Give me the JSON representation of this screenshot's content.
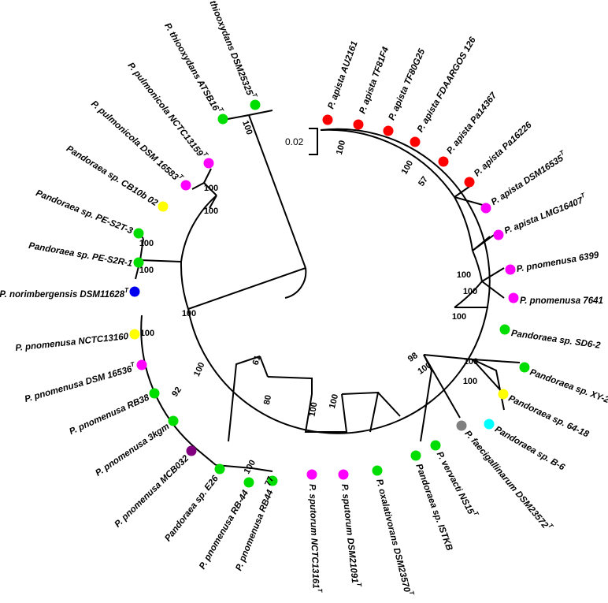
{
  "scale_bar": {
    "label": "0.02"
  },
  "group_colors": {
    "red": "#ff0000",
    "magenta": "#ff00ff",
    "green": "#00dd00",
    "yellow": "#ffff00",
    "blue": "#0000ee",
    "purple": "#800080",
    "cyan": "#00ffff",
    "gray": "#808080"
  },
  "taxa": [
    {
      "id": "t1",
      "label": "P. apista AU2161",
      "color": "red"
    },
    {
      "id": "t2",
      "label": "P. apista TF81F4",
      "color": "red"
    },
    {
      "id": "t3",
      "label": "P. apista TF80G25",
      "color": "red"
    },
    {
      "id": "t4",
      "label": "P. apista FDAARGOS 126",
      "color": "red"
    },
    {
      "id": "t5",
      "label": "P. apista Pa14367",
      "color": "red"
    },
    {
      "id": "t6",
      "label": "P. apista Pa16226",
      "color": "red"
    },
    {
      "id": "t7",
      "label": "P. apista DSM16535",
      "sup": "T",
      "color": "magenta"
    },
    {
      "id": "t8",
      "label": "P. apista LMG16407",
      "sup": "T",
      "color": "magenta"
    },
    {
      "id": "t9",
      "label": "P. pnomenusa 6399",
      "color": "magenta"
    },
    {
      "id": "t10",
      "label": "P. pnomenusa 7641",
      "color": "magenta"
    },
    {
      "id": "t11",
      "label": "Pandoraea sp. SD6-2",
      "color": "green"
    },
    {
      "id": "t12",
      "label": "Pandoraea sp. XY-2",
      "color": "green"
    },
    {
      "id": "t13",
      "label": "Pandoraea sp. 64-18",
      "color": "yellow"
    },
    {
      "id": "t14",
      "label": "Pandoraea sp. B-6",
      "color": "cyan"
    },
    {
      "id": "t15",
      "label": "P. faecigallinarum DSM23572",
      "sup": "T",
      "color": "gray"
    },
    {
      "id": "t16",
      "label": "P. vervacti NS15",
      "sup": "T",
      "color": "green"
    },
    {
      "id": "t17",
      "label": "Pandoraea sp. ISTKB",
      "color": "green"
    },
    {
      "id": "t18",
      "label": "P. oxalativorans DSM23570",
      "sup": "T",
      "color": "green"
    },
    {
      "id": "t19",
      "label": "P. sputorum DSM21091",
      "sup": "T",
      "color": "magenta"
    },
    {
      "id": "t20",
      "label": "P. sputorum NCTC13161",
      "sup": "T",
      "color": "magenta"
    },
    {
      "id": "t21",
      "label": "P. pnomenusa RB44",
      "color": "green"
    },
    {
      "id": "t22",
      "label": "P. pnomenusa RB-44",
      "color": "green"
    },
    {
      "id": "t23",
      "label": "Pandoraea sp. E26",
      "color": "green"
    },
    {
      "id": "t24",
      "label": "P. pnomenusa MCB032",
      "color": "purple"
    },
    {
      "id": "t25",
      "label": "P. pnomenusa 3kgm",
      "color": "green"
    },
    {
      "id": "t26",
      "label": "P. pnomenusa RB38",
      "color": "green"
    },
    {
      "id": "t27",
      "label": "P. pnomenusa DSM 16536",
      "sup": "T",
      "color": "magenta"
    },
    {
      "id": "t28",
      "label": "P. pnomenusa NCTC13160",
      "color": "yellow"
    },
    {
      "id": "t29",
      "label": "P. norimbergensis DSM11628",
      "sup": "T",
      "color": "blue"
    },
    {
      "id": "t30",
      "label": "Pandoraea sp. PE-S2R-1",
      "color": "green"
    },
    {
      "id": "t31",
      "label": "Pandoraea sp. PE-S2T-3",
      "color": "green"
    },
    {
      "id": "t32",
      "label": "Pandoraea sp. CB10b 02",
      "color": "yellow"
    },
    {
      "id": "t33",
      "label": "P. pulmonicola DSM 16583",
      "sup": "T",
      "color": "magenta"
    },
    {
      "id": "t34",
      "label": "P. pulmonicola NCTC13159",
      "sup": "T",
      "color": "magenta"
    },
    {
      "id": "t35",
      "label": "P. thiooxydans ATSB16",
      "sup": "T",
      "color": "green"
    },
    {
      "id": "t36",
      "label": "P. thiooxydans DSM25325",
      "sup": "T",
      "color": "green"
    }
  ],
  "bootstrap": [
    {
      "id": "b1",
      "value": "100"
    },
    {
      "id": "b2",
      "value": "100"
    },
    {
      "id": "b3",
      "value": "57"
    },
    {
      "id": "b4",
      "value": "100"
    },
    {
      "id": "b5",
      "value": "100"
    },
    {
      "id": "b6",
      "value": "100"
    },
    {
      "id": "b7",
      "value": "100"
    },
    {
      "id": "b8",
      "value": "100"
    },
    {
      "id": "b9",
      "value": "98"
    },
    {
      "id": "b10",
      "value": "100"
    },
    {
      "id": "b11",
      "value": "100"
    },
    {
      "id": "b12",
      "value": "100"
    },
    {
      "id": "b13",
      "value": "80"
    },
    {
      "id": "b14",
      "value": "61"
    },
    {
      "id": "b15",
      "value": "100"
    },
    {
      "id": "b16",
      "value": "100"
    },
    {
      "id": "b17",
      "value": "77"
    },
    {
      "id": "b18",
      "value": "92"
    },
    {
      "id": "b19",
      "value": "100"
    },
    {
      "id": "b20",
      "value": "100"
    },
    {
      "id": "b21",
      "value": "100"
    },
    {
      "id": "b22",
      "value": "100"
    },
    {
      "id": "b23",
      "value": "100"
    },
    {
      "id": "b24",
      "value": "100"
    },
    {
      "id": "b25",
      "value": "100"
    }
  ]
}
